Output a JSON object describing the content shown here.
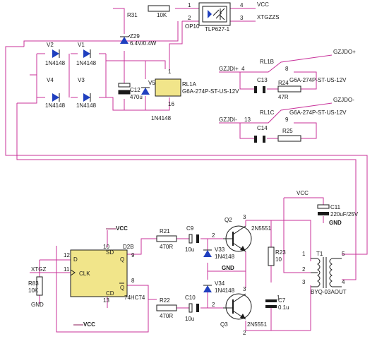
{
  "colors": {
    "wire": "#c8329a",
    "wire_dark": "#8b1a5a",
    "body": "#1a1a1a",
    "diode": "#1f3fbf",
    "net": "#b01010",
    "chip": "#f1e58a"
  },
  "opto": {
    "ref": "OP10",
    "part": "TLP627-1",
    "pins": [
      "1",
      "2",
      "3",
      "4"
    ]
  },
  "r31": {
    "ref": "R31",
    "value": "10K"
  },
  "z29": {
    "ref": "Z29",
    "value": "6.4V/0.4W"
  },
  "vcc_top": "VCC",
  "xtgzzs": "XTGZZS",
  "bridge": {
    "v2": {
      "ref": "V2",
      "part": "1N4148"
    },
    "v1": {
      "ref": "V1",
      "part": "1N4148"
    },
    "v4": {
      "ref": "V4",
      "part": "1N4148"
    },
    "v3": {
      "ref": "V3",
      "part": "1N4148"
    }
  },
  "c12": {
    "ref": "C12",
    "value": "470u"
  },
  "v5": {
    "ref": "V5",
    "part": "1N4148"
  },
  "rl1a": {
    "ref": "RL1A",
    "part": "G6A-274P-ST-US-12V",
    "pin1": "1",
    "pin16": "16"
  },
  "rl1b": {
    "ref": "RL1B",
    "part": "G6A-274P-ST-US-12V",
    "pin4": "4",
    "pin8": "8"
  },
  "rl1c": {
    "ref": "RL1C",
    "part": "G6A-274P-ST-US-12V",
    "pin13": "13",
    "pin9": "9"
  },
  "c13": {
    "ref": "C13"
  },
  "r24": {
    "ref": "R24",
    "value": "47R"
  },
  "c14": {
    "ref": "C14"
  },
  "r25": {
    "ref": "R25"
  },
  "nets": {
    "gzjdi_plus": "GZJDI+",
    "gzjdi_minus": "GZJDI-",
    "gzjdo_plus": "GZJDO+",
    "gzjdo_minus": "GZJDO-",
    "xtgz": "XTGZ",
    "gnd": "GND",
    "vcc": "VCC"
  },
  "flipflop": {
    "part": "74HC74",
    "unit": "D2B",
    "d": "D",
    "clk": "CLK",
    "q": "Q",
    "qbar": "Q",
    "sd": "SD",
    "cd": "CD",
    "p12": "12",
    "p11": "11",
    "p10": "10",
    "p9": "9",
    "p8": "8",
    "p13": "13"
  },
  "r83": {
    "ref": "R83",
    "value": "10K"
  },
  "r21": {
    "ref": "R21",
    "value": "470R"
  },
  "r22": {
    "ref": "R22",
    "value": "470R"
  },
  "c9": {
    "ref": "C9",
    "value": "10u"
  },
  "c10": {
    "ref": "C10",
    "value": "10u"
  },
  "v33": {
    "ref": "V33",
    "part": "1N4148"
  },
  "v34": {
    "ref": "V34",
    "part": "1N4148"
  },
  "q2": {
    "ref": "Q2",
    "part": "2N5551"
  },
  "q3": {
    "ref": "Q3",
    "part": "2N5551"
  },
  "r23": {
    "ref": "R23",
    "value": "10"
  },
  "c7": {
    "ref": "C7",
    "value": "0.1u"
  },
  "c11": {
    "ref": "C11",
    "value": "220uF/25V"
  },
  "t1": {
    "ref": "T1",
    "part": "BYQ-03AOUT",
    "p1": "1",
    "p2": "2",
    "p3": "3",
    "p4": "4",
    "p5": "5"
  },
  "pin_num": {
    "one": "1",
    "two": "2",
    "three": "3",
    "four": "4",
    "five": "5"
  }
}
